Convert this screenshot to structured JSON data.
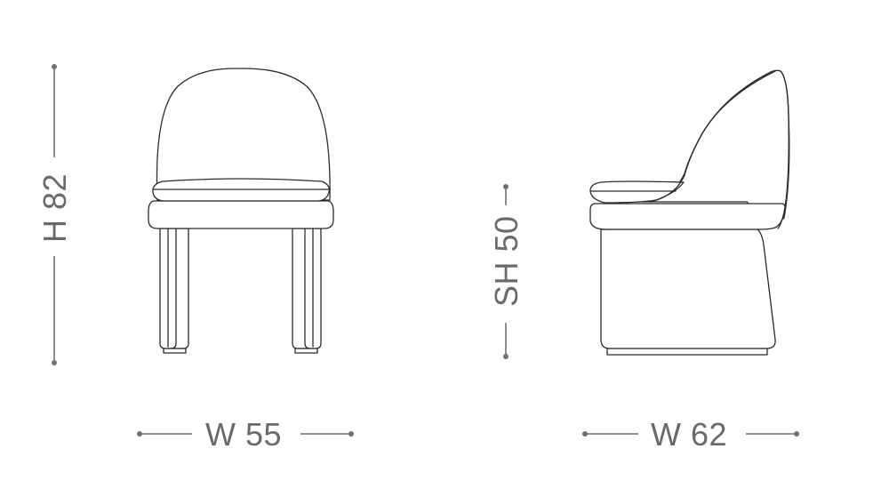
{
  "diagram": {
    "subject": "Chair dimension drawing",
    "views": [
      {
        "name": "front-view"
      },
      {
        "name": "side-view"
      }
    ],
    "dimensions": {
      "height": {
        "label": "H 82"
      },
      "seat_height": {
        "label": "SH 50"
      },
      "front_width": {
        "label": "W 55"
      },
      "side_width": {
        "label": "W 62"
      }
    },
    "colors": {
      "dimension": "#6f6f6f",
      "outline": "#2b2b2b",
      "background": "#ffffff"
    }
  }
}
